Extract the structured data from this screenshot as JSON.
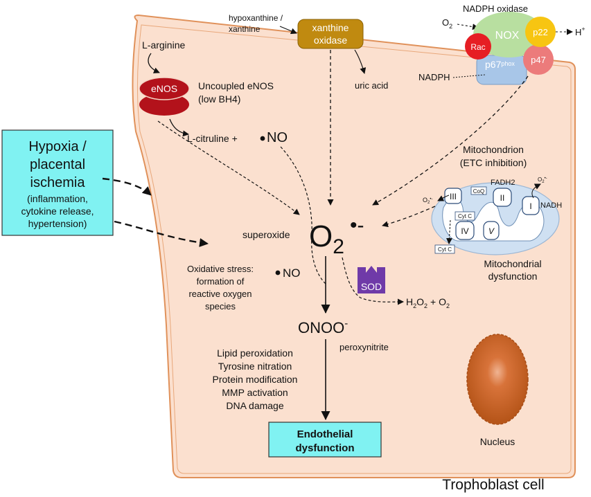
{
  "hypoxia": {
    "line1": "Hypoxia /",
    "line2": "placental",
    "line3": "ischemia",
    "line4": "(inflammation,",
    "line5": "cytokine release,",
    "line6": "hypertension)"
  },
  "enos": {
    "substrate": "L-arginine",
    "label": "eNOS",
    "desc_line1": "Uncoupled eNOS",
    "desc_line2": "(low BH4)",
    "product_prefix": "L-citruline +",
    "product_no": "NO"
  },
  "xo": {
    "substrate_line1": "hypoxanthine /",
    "substrate_line2": "xanthine",
    "label_line1": "xanthine",
    "label_line2": "oxidase",
    "product": "uric acid"
  },
  "nadph_oxidase": {
    "title": "NADPH oxidase",
    "o2": "O",
    "o2_sub": "2",
    "nox": "NOX",
    "p22": "p22",
    "rac": "Rac",
    "p67": "p67",
    "phox": "phox",
    "p47": "p47",
    "substrate": "NADPH",
    "h_plus": "H",
    "h_plus_sup": "+"
  },
  "mito": {
    "title_line1": "Mitochondrion",
    "title_line2": "(ETC inhibition)",
    "fadh2": "FADH2",
    "coq": "CoQ",
    "c1": "I",
    "c2": "II",
    "c3": "III",
    "c4": "IV",
    "c5": "V",
    "nadh": "NADH",
    "cytc1": "Cyt C",
    "cytc2": "Cyt C",
    "o2rad_left": "O",
    "o2rad_left_sub": "2",
    "o2rad_left_sup": "•-",
    "o2rad_top": "O",
    "o2rad_top_sub": "2",
    "o2rad_top_sup": "•-",
    "dysfunction_line1": "Mitochondrial",
    "dysfunction_line2": "dysfunction"
  },
  "center": {
    "superoxide_label": "superoxide",
    "o2": "O",
    "o2_sub": "2",
    "radical": "•-",
    "no_label": "NO",
    "oxidative_line1": "Oxidative stress:",
    "oxidative_line2": "formation of",
    "oxidative_line3": "reactive oxygen",
    "oxidative_line4": "species",
    "sod": "SOD",
    "h2o2_h": "H",
    "h2o2_2a": "2",
    "h2o2_o": "O",
    "h2o2_2b": "2",
    "h2o2_plus": "+ O",
    "h2o2_2c": "2",
    "onoo": "ONOO",
    "onoo_sup": "-",
    "peroxynitrite": "peroxynitrite"
  },
  "effects": [
    "Lipid peroxidation",
    "Tyrosine nitration",
    "Protein modification",
    "MMP activation",
    "DNA damage"
  ],
  "outcome": {
    "line1": "Endothelial",
    "line2": "dysfunction"
  },
  "nucleus": {
    "label": "Nucleus"
  },
  "cell": {
    "label": "Trophoblast cell"
  },
  "colors": {
    "cell_fill": "#fbe0cf",
    "cell_stroke": "#e0915a",
    "cyan_box": "#80f2f2",
    "enos": "#b3121b",
    "xo": "#c08a10",
    "nox_green": "#b8dfa0",
    "p22_yellow": "#f7c512",
    "rac_red": "#e61e24",
    "p47_pink": "#ec7b7b",
    "p67_blue": "#a8c6e8",
    "mito_fill": "#cfe0f2",
    "sod_purple": "#6f3aa8",
    "nucleus": "#c25e1c"
  }
}
